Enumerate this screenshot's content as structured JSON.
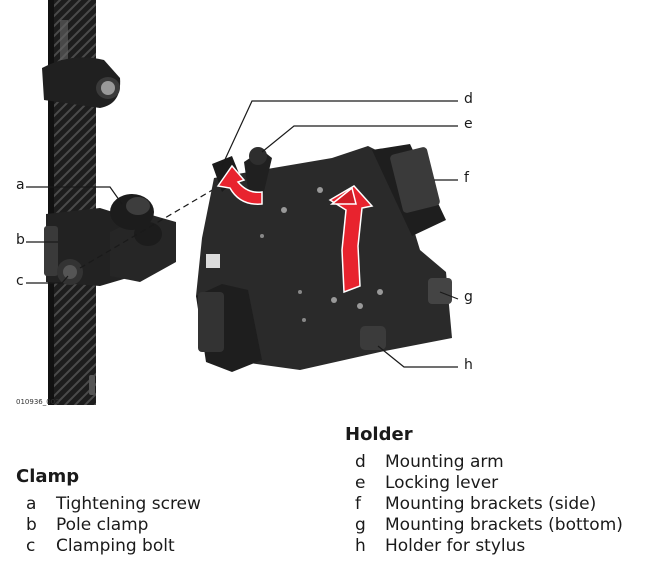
{
  "figure_id": "010936_002",
  "clamp": {
    "title": "Clamp",
    "items": [
      {
        "key": "a",
        "label": "Tightening screw"
      },
      {
        "key": "b",
        "label": "Pole clamp"
      },
      {
        "key": "c",
        "label": "Clamping bolt"
      }
    ]
  },
  "holder": {
    "title": "Holder",
    "items": [
      {
        "key": "d",
        "label": "Mounting arm"
      },
      {
        "key": "e",
        "label": "Locking lever"
      },
      {
        "key": "f",
        "label": "Mounting brackets (side)"
      },
      {
        "key": "g",
        "label": "Mounting brackets (bottom)"
      },
      {
        "key": "h",
        "label": "Holder for stylus"
      }
    ]
  },
  "callouts": [
    "a",
    "b",
    "c",
    "d",
    "e",
    "f",
    "g",
    "h"
  ],
  "colors": {
    "device": "#2b2b2b",
    "arrow": "#e8232e",
    "line": "#1a1a1a"
  }
}
